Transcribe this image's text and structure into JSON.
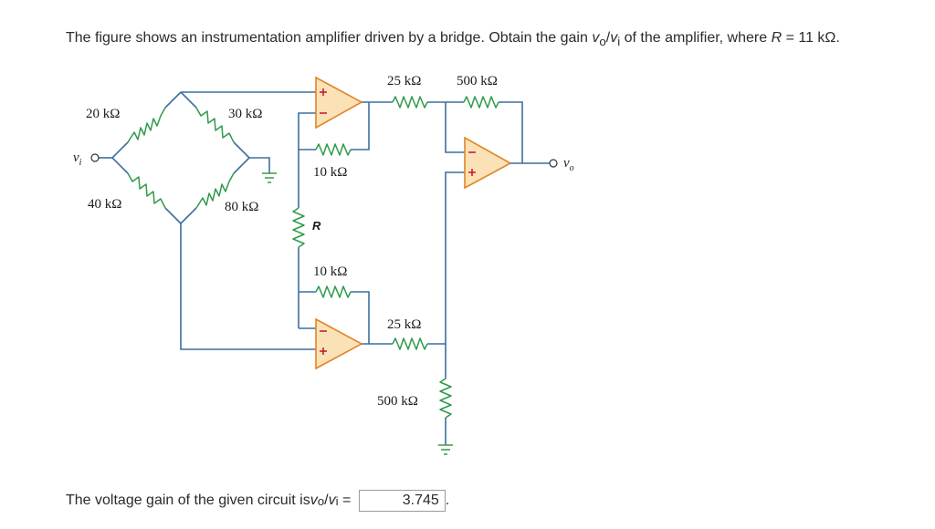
{
  "question": {
    "text_before": "The figure shows an instrumentation amplifier driven by a bridge. Obtain the gain ",
    "gain_num": "v",
    "gain_num_sub": "o",
    "gain_sep": "/",
    "gain_den": "v",
    "gain_den_sub": "i",
    "text_after": " of the amplifier, where ",
    "r_symbol": "R",
    "r_value": " = 11 kΩ."
  },
  "circuit": {
    "labels": {
      "r20k": "20 kΩ",
      "r30k": "30 kΩ",
      "r40k": "40 kΩ",
      "r80k": "80 kΩ",
      "r10k_top": "10 kΩ",
      "r_gain": "R",
      "r10k_bottom": "10 kΩ",
      "r25k_top": "25 kΩ",
      "r500k_top": "500 kΩ",
      "r25k_bottom": "25 kΩ",
      "r500k_bottom": "500 kΩ",
      "vin": "v",
      "vin_sub": "i",
      "vout": "v",
      "vout_sub": "o"
    },
    "colors": {
      "wire": "#3d6f9e",
      "resistor": "#2f9a4a",
      "opamp_fill": "#fbe2b6",
      "opamp_stroke": "#e08528",
      "sign": "#c8102e"
    }
  },
  "answer": {
    "text_before": "The voltage gain of the given circuit is ",
    "gain_num": "v",
    "gain_num_sub": "o",
    "gain_sep": "/",
    "gain_den": "v",
    "gain_den_sub": "i",
    "equals": " = ",
    "value": "3.745",
    "period": "."
  }
}
